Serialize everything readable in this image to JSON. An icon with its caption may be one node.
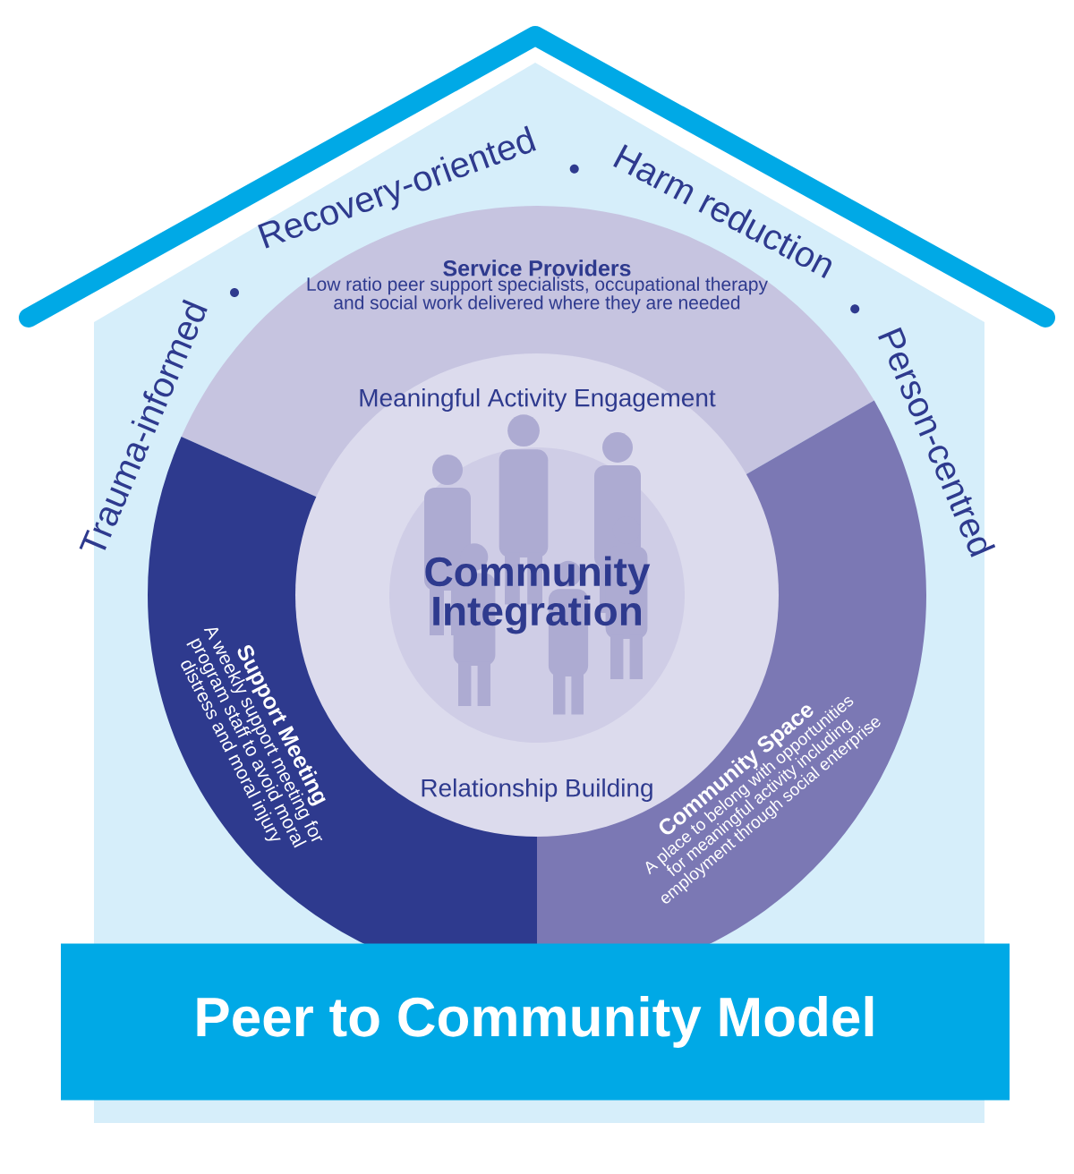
{
  "diagram": {
    "nodes": [
      {
        "text": [
          "Service Providers",
          "Low ratio peer support specialists, occupational therapy and social work delivered where they are needed"
        ]
      },
      {
        "text": [
          "Support Meeting",
          "A weekly support meeting for program staff to avoid moral distress and moral injury"
        ]
      },
      {
        "text": [
          "Community Space",
          "A place to belong with opportunities for meaningful activity including employment through social enterprise"
        ]
      },
      {
        "text": [
          "Meaningful Activity Engagement",
          "Relationship Building"
        ]
      },
      {
        "text": [
          "Community Integration"
        ],
        "in": 3
      },
      {
        "text": [
          "Peer to Community Model"
        ]
      }
    ],
    "labels": [
      "Trauma-informed",
      "Recovery-oriented",
      "Harm reduction",
      "Person-centred"
    ]
  }
}
